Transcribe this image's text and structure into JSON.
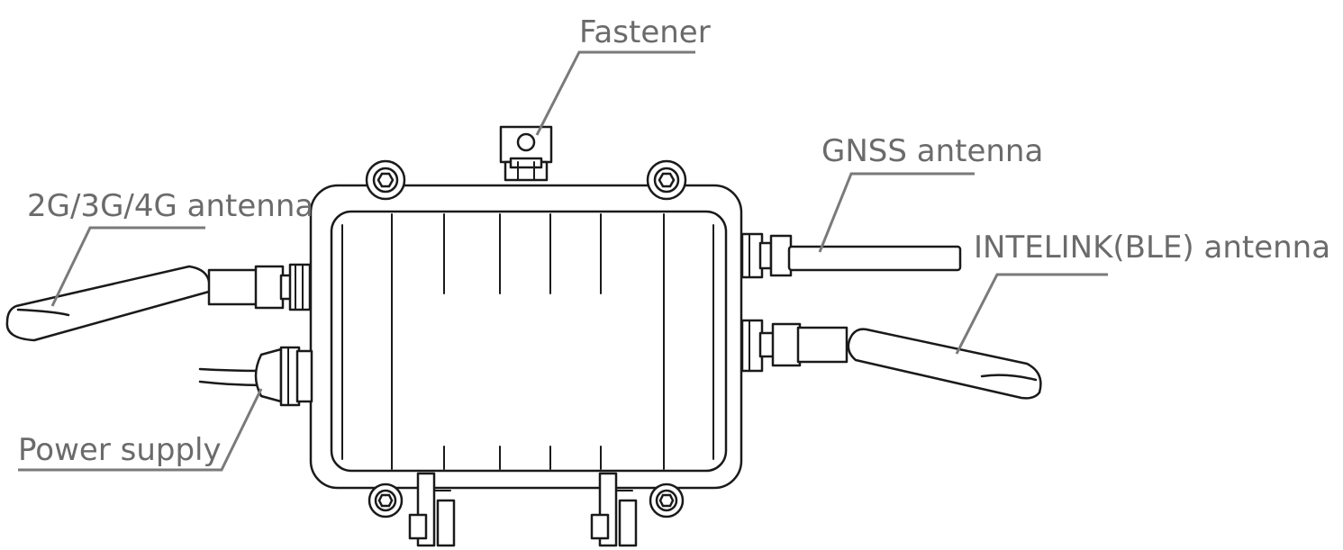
{
  "labels": {
    "fastener": "Fastener",
    "gnss_antenna": "GNSS antenna",
    "cellular_antenna": "2G/3G/4G antenna",
    "intelink_antenna": "INTELINK(BLE) antenna",
    "power_supply": "Power supply"
  },
  "colors": {
    "label_text": "#6b6b6b",
    "leader_line": "#7a7a7a",
    "outline": "#1a1a1a",
    "background": "#ffffff"
  }
}
